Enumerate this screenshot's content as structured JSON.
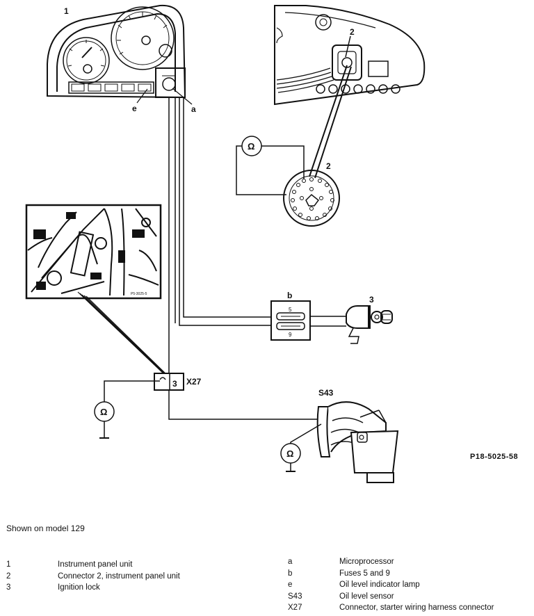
{
  "labels": {
    "n1": "1",
    "n2_top": "2",
    "n2_mid": "2",
    "n3": "3",
    "a": "a",
    "e": "e",
    "b": "b",
    "x27": "X27",
    "x27_num": "3",
    "s43": "S43",
    "ohm": "Ω",
    "fuse5": "5",
    "fuse9": "9",
    "photo_ref": "P5-3025-5"
  },
  "figure_code": "P18-5025-58",
  "caption": "Shown on model 129",
  "legend_left": [
    {
      "key": "1",
      "text": "Instrument panel unit"
    },
    {
      "key": "2",
      "text": "Connector 2, instrument panel unit"
    },
    {
      "key": "3",
      "text": "Ignition lock"
    }
  ],
  "legend_right": [
    {
      "key": "a",
      "text": "Microprocessor"
    },
    {
      "key": "b",
      "text": "Fuses 5 and 9"
    },
    {
      "key": "e",
      "text": "Oil level indicator lamp"
    },
    {
      "key": "S43",
      "text": "Oil level sensor"
    },
    {
      "key": "X27",
      "text": "Connector, starter wiring harness connector"
    }
  ]
}
